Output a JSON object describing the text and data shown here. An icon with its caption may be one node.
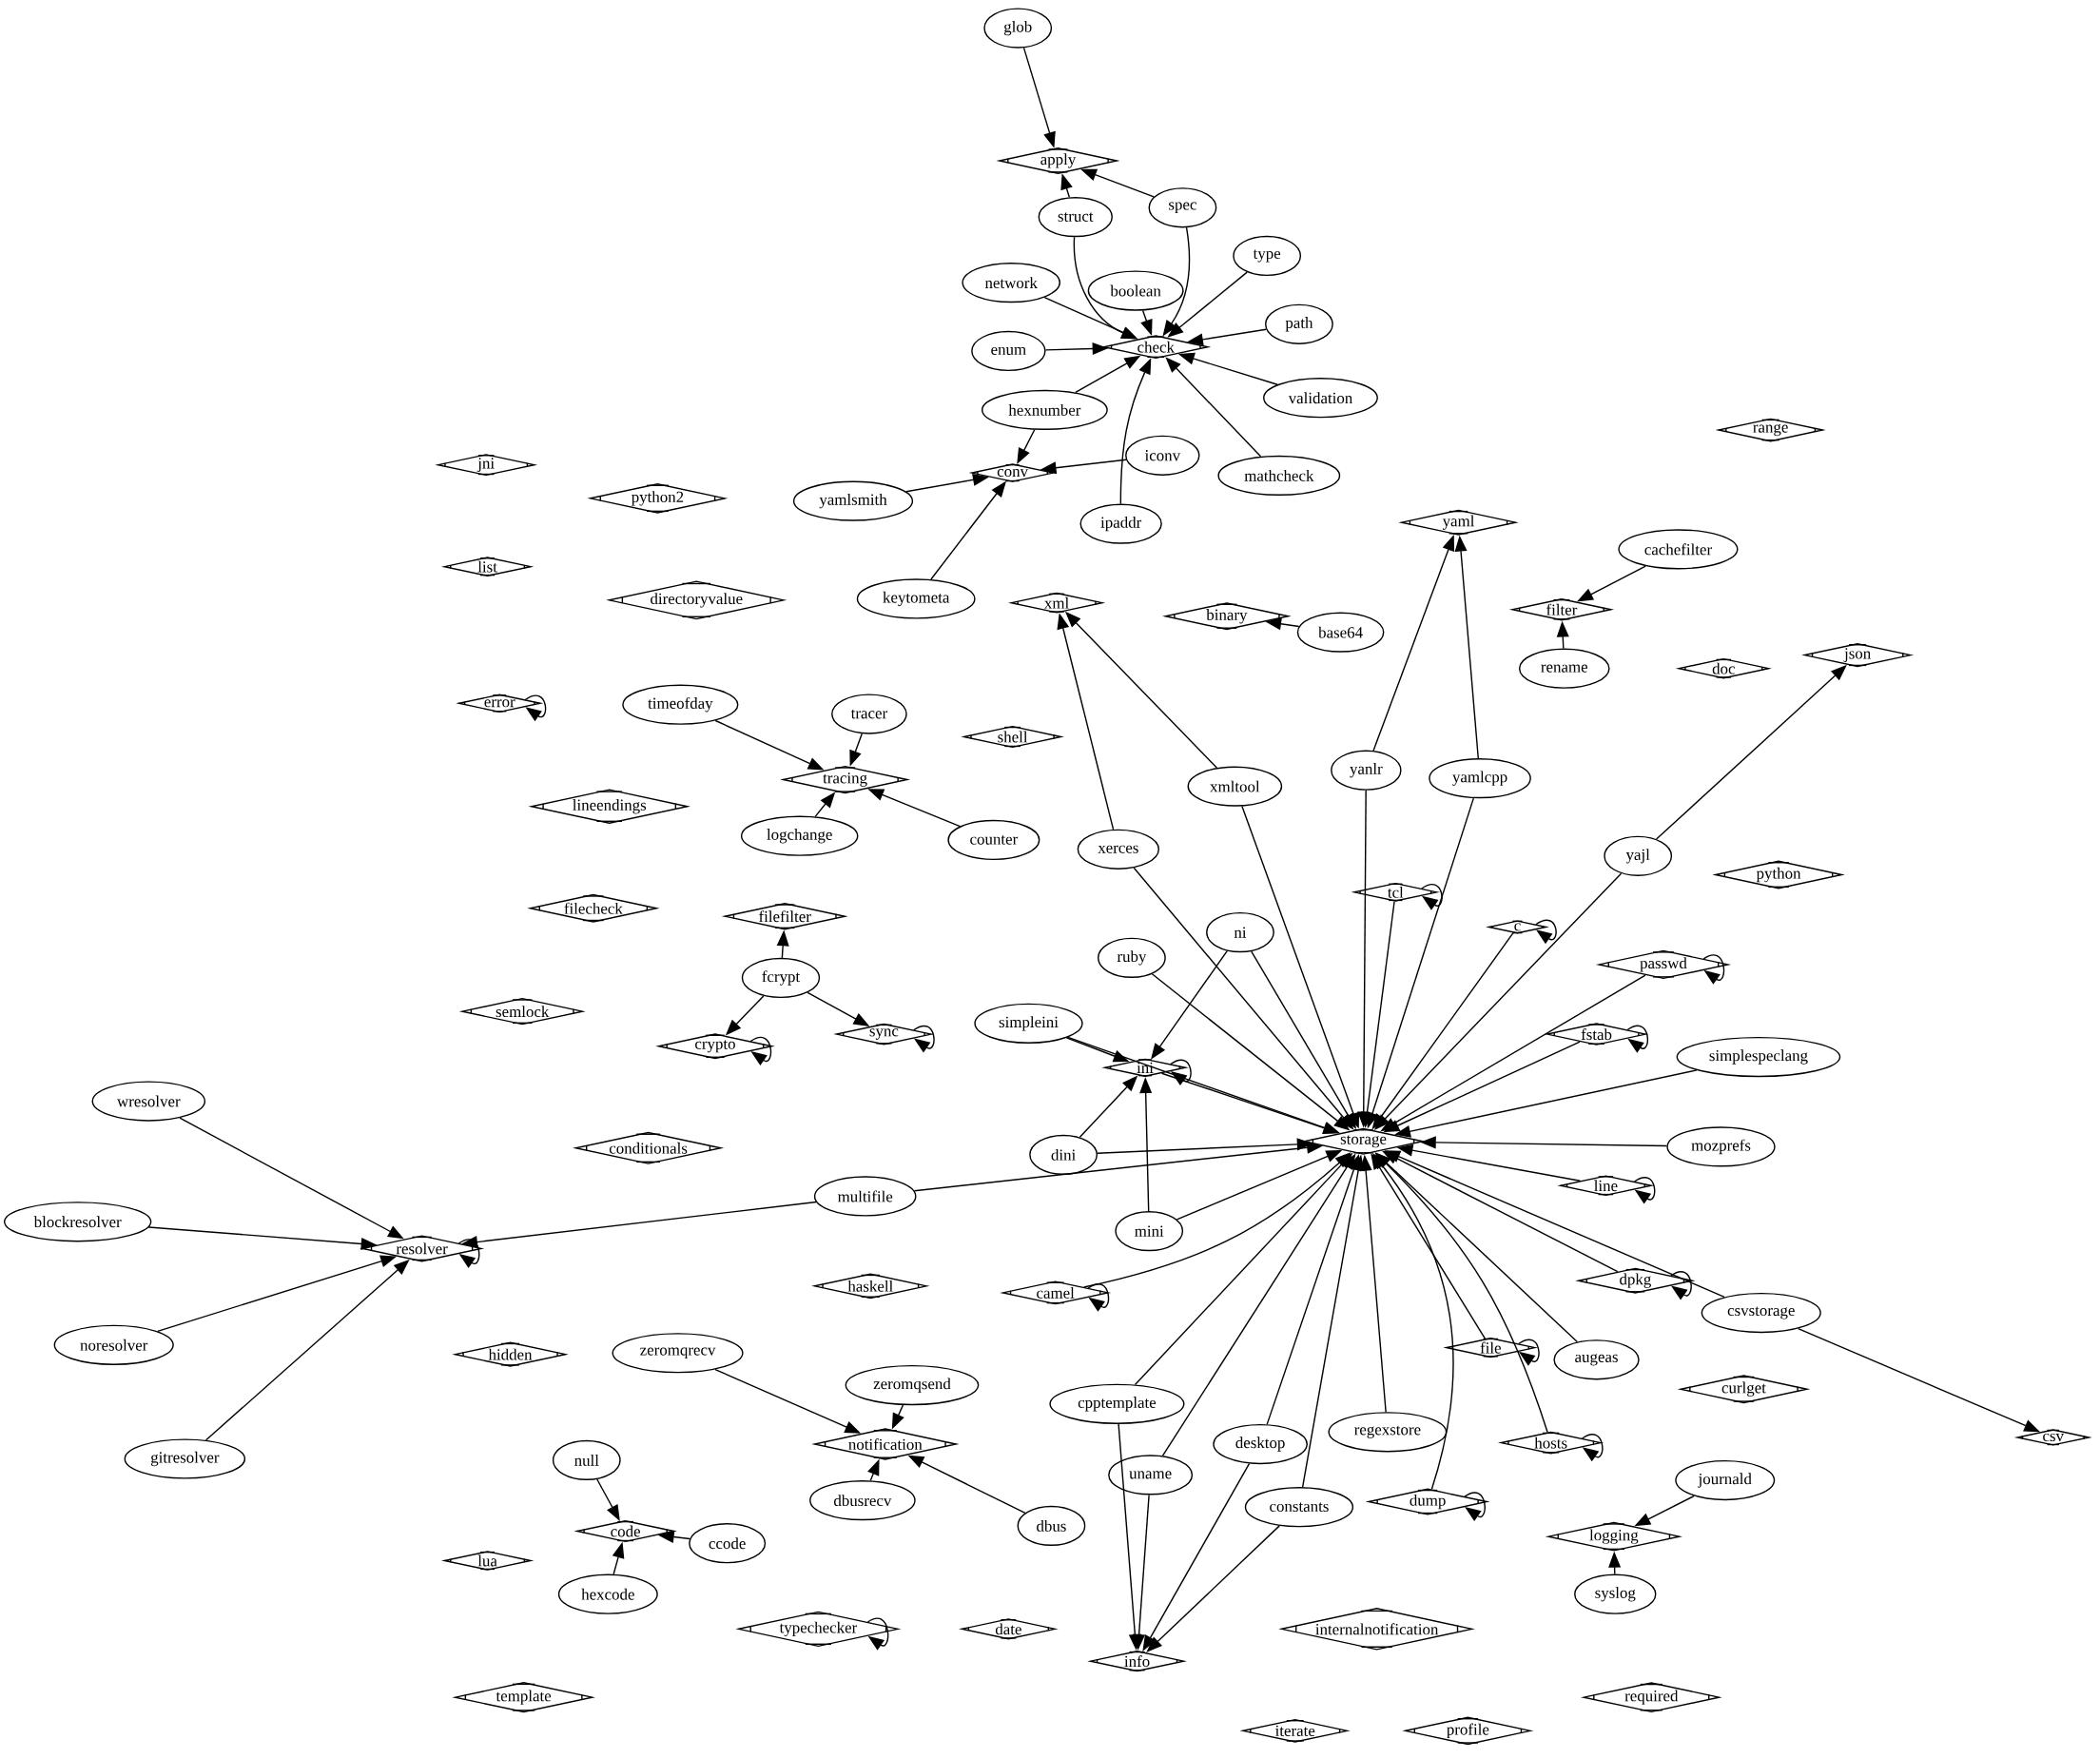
{
  "diagram": {
    "nodes": [
      {
        "text": [
          "glob"
        ]
      },
      {
        "text": [
          "apply"
        ]
      },
      {
        "text": [
          "struct"
        ]
      },
      {
        "text": [
          "spec"
        ]
      },
      {
        "text": [
          "type"
        ]
      },
      {
        "text": [
          "network"
        ]
      },
      {
        "text": [
          "boolean"
        ]
      },
      {
        "text": [
          "check"
        ]
      },
      {
        "text": [
          "enum"
        ]
      },
      {
        "text": [
          "path"
        ]
      },
      {
        "text": [
          "validation"
        ]
      },
      {
        "text": [
          "hexnumber"
        ]
      },
      {
        "text": [
          "iconv"
        ]
      },
      {
        "text": [
          "mathcheck"
        ]
      },
      {
        "text": [
          "conv"
        ]
      },
      {
        "text": [
          "yamlsmith"
        ]
      },
      {
        "text": [
          "ipaddr"
        ]
      },
      {
        "text": [
          "keytometa"
        ]
      },
      {
        "text": [
          "range"
        ]
      },
      {
        "text": [
          "jni"
        ]
      },
      {
        "text": [
          "python2"
        ]
      },
      {
        "text": [
          "list"
        ]
      },
      {
        "text": [
          "directoryvalue"
        ]
      },
      {
        "text": [
          "yaml"
        ]
      },
      {
        "text": [
          "cachefilter"
        ]
      },
      {
        "text": [
          "filter"
        ]
      },
      {
        "text": [
          "rename"
        ]
      },
      {
        "text": [
          "xml"
        ]
      },
      {
        "text": [
          "binary"
        ]
      },
      {
        "text": [
          "base64"
        ]
      },
      {
        "text": [
          "doc"
        ]
      },
      {
        "text": [
          "json"
        ]
      },
      {
        "text": [
          "error"
        ]
      },
      {
        "text": [
          "timeofday"
        ]
      },
      {
        "text": [
          "tracer"
        ]
      },
      {
        "text": [
          "shell"
        ]
      },
      {
        "text": [
          "tracing"
        ]
      },
      {
        "text": [
          "lineendings"
        ]
      },
      {
        "text": [
          "logchange"
        ]
      },
      {
        "text": [
          "counter"
        ]
      },
      {
        "text": [
          "xmltool"
        ]
      },
      {
        "text": [
          "yanlr"
        ]
      },
      {
        "text": [
          "yamlcpp"
        ]
      },
      {
        "text": [
          "xerces"
        ]
      },
      {
        "text": [
          "yajl"
        ]
      },
      {
        "text": [
          "python"
        ]
      },
      {
        "text": [
          "filecheck"
        ]
      },
      {
        "text": [
          "filefilter"
        ]
      },
      {
        "text": [
          "fcrypt"
        ]
      },
      {
        "text": [
          "tcl"
        ]
      },
      {
        "text": [
          "c"
        ]
      },
      {
        "text": [
          "ruby"
        ]
      },
      {
        "text": [
          "ni"
        ]
      },
      {
        "text": [
          "passwd"
        ]
      },
      {
        "text": [
          "semlock"
        ]
      },
      {
        "text": [
          "crypto"
        ]
      },
      {
        "text": [
          "sync"
        ]
      },
      {
        "text": [
          "simpleini"
        ]
      },
      {
        "text": [
          "ini"
        ]
      },
      {
        "text": [
          "fstab"
        ]
      },
      {
        "text": [
          "simplespeclang"
        ]
      },
      {
        "text": [
          "wresolver"
        ]
      },
      {
        "text": [
          "storage"
        ]
      },
      {
        "text": [
          "conditionals"
        ]
      },
      {
        "text": [
          "dini"
        ]
      },
      {
        "text": [
          "mozprefs"
        ]
      },
      {
        "text": [
          "multifile"
        ]
      },
      {
        "text": [
          "line"
        ]
      },
      {
        "text": [
          "blockresolver"
        ]
      },
      {
        "text": [
          "resolver"
        ]
      },
      {
        "text": [
          "mini"
        ]
      },
      {
        "text": [
          "haskell"
        ]
      },
      {
        "text": [
          "camel"
        ]
      },
      {
        "text": [
          "dpkg"
        ]
      },
      {
        "text": [
          "csvstorage"
        ]
      },
      {
        "text": [
          "noresolver"
        ]
      },
      {
        "text": [
          "hidden"
        ]
      },
      {
        "text": [
          "zeromqrecv"
        ]
      },
      {
        "text": [
          "zeromqsend"
        ]
      },
      {
        "text": [
          "file"
        ]
      },
      {
        "text": [
          "augeas"
        ]
      },
      {
        "text": [
          "curlget"
        ]
      },
      {
        "text": [
          "csv"
        ]
      },
      {
        "text": [
          "cpptemplate"
        ]
      },
      {
        "text": [
          "notification"
        ]
      },
      {
        "text": [
          "regexstore"
        ]
      },
      {
        "text": [
          "desktop"
        ]
      },
      {
        "text": [
          "hosts"
        ]
      },
      {
        "text": [
          "gitresolver"
        ]
      },
      {
        "text": [
          "null"
        ]
      },
      {
        "text": [
          "uname"
        ]
      },
      {
        "text": [
          "dbusrecv"
        ]
      },
      {
        "text": [
          "dbus"
        ]
      },
      {
        "text": [
          "journald"
        ]
      },
      {
        "text": [
          "dump"
        ]
      },
      {
        "text": [
          "constants"
        ]
      },
      {
        "text": [
          "code"
        ]
      },
      {
        "text": [
          "ccode"
        ]
      },
      {
        "text": [
          "logging"
        ]
      },
      {
        "text": [
          "lua"
        ]
      },
      {
        "text": [
          "hexcode"
        ]
      },
      {
        "text": [
          "syslog"
        ]
      },
      {
        "text": [
          "typechecker"
        ]
      },
      {
        "text": [
          "date"
        ]
      },
      {
        "text": [
          "internalnotification"
        ]
      },
      {
        "text": [
          "info"
        ]
      },
      {
        "text": [
          "template"
        ]
      },
      {
        "text": [
          "required"
        ]
      },
      {
        "text": [
          "iterate"
        ]
      },
      {
        "text": [
          "profile"
        ]
      }
    ],
    "edges": [
      {
        "from": 0,
        "to": 1,
        "arrow": "to"
      },
      {
        "from": 2,
        "to": 1,
        "arrow": "to"
      },
      {
        "from": 3,
        "to": 1,
        "arrow": "to"
      },
      {
        "from": 2,
        "to": 7,
        "arrow": "to"
      },
      {
        "from": 3,
        "to": 7,
        "arrow": "to"
      },
      {
        "from": 4,
        "to": 7,
        "arrow": "to"
      },
      {
        "from": 5,
        "to": 7,
        "arrow": "to"
      },
      {
        "from": 6,
        "to": 7,
        "arrow": "to"
      },
      {
        "from": 8,
        "to": 7,
        "arrow": "to"
      },
      {
        "from": 9,
        "to": 7,
        "arrow": "to"
      },
      {
        "from": 10,
        "to": 7,
        "arrow": "to"
      },
      {
        "from": 11,
        "to": 7,
        "arrow": "to"
      },
      {
        "from": 13,
        "to": 7,
        "arrow": "to"
      },
      {
        "from": 16,
        "to": 7,
        "arrow": "to"
      },
      {
        "from": 11,
        "to": 14,
        "arrow": "to"
      },
      {
        "from": 12,
        "to": 14,
        "arrow": "to"
      },
      {
        "from": 15,
        "to": 14,
        "arrow": "to"
      },
      {
        "from": 17,
        "to": 14,
        "arrow": "to"
      },
      {
        "from": 24,
        "to": 25,
        "arrow": "to"
      },
      {
        "from": 26,
        "to": 25,
        "arrow": "to"
      },
      {
        "from": 29,
        "to": 28,
        "arrow": "to"
      },
      {
        "from": 43,
        "to": 27,
        "arrow": "to"
      },
      {
        "from": 40,
        "to": 27,
        "arrow": "to"
      },
      {
        "from": 41,
        "to": 23,
        "arrow": "to"
      },
      {
        "from": 42,
        "to": 23,
        "arrow": "to"
      },
      {
        "from": 44,
        "to": 31,
        "arrow": "to"
      },
      {
        "from": 32,
        "to": 32,
        "arrow": "to"
      },
      {
        "from": 33,
        "to": 36,
        "arrow": "to"
      },
      {
        "from": 34,
        "to": 36,
        "arrow": "to"
      },
      {
        "from": 38,
        "to": 36,
        "arrow": "to"
      },
      {
        "from": 39,
        "to": 36,
        "arrow": "to"
      },
      {
        "from": 48,
        "to": 47,
        "arrow": "to"
      },
      {
        "from": 48,
        "to": 55,
        "arrow": "to"
      },
      {
        "from": 48,
        "to": 56,
        "arrow": "to"
      },
      {
        "from": 55,
        "to": 55,
        "arrow": "to"
      },
      {
        "from": 56,
        "to": 56,
        "arrow": "to"
      },
      {
        "from": 49,
        "to": 49,
        "arrow": "to"
      },
      {
        "from": 50,
        "to": 50,
        "arrow": "to"
      },
      {
        "from": 53,
        "to": 53,
        "arrow": "to"
      },
      {
        "from": 59,
        "to": 59,
        "arrow": "to"
      },
      {
        "from": 58,
        "to": 58,
        "arrow": "to"
      },
      {
        "from": 67,
        "to": 67,
        "arrow": "to"
      },
      {
        "from": 73,
        "to": 73,
        "arrow": "to"
      },
      {
        "from": 72,
        "to": 72,
        "arrow": "to"
      },
      {
        "from": 79,
        "to": 79,
        "arrow": "to"
      },
      {
        "from": 87,
        "to": 87,
        "arrow": "to"
      },
      {
        "from": 94,
        "to": 94,
        "arrow": "to"
      },
      {
        "from": 69,
        "to": 69,
        "arrow": "to"
      },
      {
        "from": 102,
        "to": 102,
        "arrow": "to"
      },
      {
        "from": 52,
        "to": 58,
        "arrow": "to"
      },
      {
        "from": 57,
        "to": 58,
        "arrow": "to"
      },
      {
        "from": 64,
        "to": 58,
        "arrow": "to"
      },
      {
        "from": 70,
        "to": 58,
        "arrow": "to"
      },
      {
        "from": 43,
        "to": 62,
        "arrow": "to"
      },
      {
        "from": 40,
        "to": 62,
        "arrow": "to"
      },
      {
        "from": 41,
        "to": 62,
        "arrow": "to"
      },
      {
        "from": 42,
        "to": 62,
        "arrow": "to"
      },
      {
        "from": 44,
        "to": 62,
        "arrow": "to"
      },
      {
        "from": 49,
        "to": 62,
        "arrow": "to"
      },
      {
        "from": 50,
        "to": 62,
        "arrow": "to"
      },
      {
        "from": 51,
        "to": 62,
        "arrow": "to"
      },
      {
        "from": 52,
        "to": 62,
        "arrow": "to"
      },
      {
        "from": 53,
        "to": 62,
        "arrow": "to"
      },
      {
        "from": 57,
        "to": 62,
        "arrow": "to"
      },
      {
        "from": 58,
        "to": 62,
        "arrow": "to"
      },
      {
        "from": 59,
        "to": 62,
        "arrow": "to"
      },
      {
        "from": 60,
        "to": 62,
        "arrow": "to"
      },
      {
        "from": 64,
        "to": 62,
        "arrow": "to"
      },
      {
        "from": 65,
        "to": 62,
        "arrow": "to"
      },
      {
        "from": 66,
        "to": 62,
        "arrow": "to"
      },
      {
        "from": 67,
        "to": 62,
        "arrow": "to"
      },
      {
        "from": 70,
        "to": 62,
        "arrow": "to"
      },
      {
        "from": 72,
        "to": 62,
        "arrow": "to"
      },
      {
        "from": 73,
        "to": 62,
        "arrow": "to"
      },
      {
        "from": 74,
        "to": 62,
        "arrow": "to"
      },
      {
        "from": 79,
        "to": 62,
        "arrow": "to"
      },
      {
        "from": 80,
        "to": 62,
        "arrow": "to"
      },
      {
        "from": 83,
        "to": 62,
        "arrow": "to"
      },
      {
        "from": 90,
        "to": 62,
        "arrow": "to"
      },
      {
        "from": 86,
        "to": 62,
        "arrow": "to"
      },
      {
        "from": 85,
        "to": 62,
        "arrow": "to"
      },
      {
        "from": 95,
        "to": 62,
        "arrow": "to"
      },
      {
        "from": 87,
        "to": 62,
        "arrow": "to"
      },
      {
        "from": 94,
        "to": 62,
        "arrow": "to"
      },
      {
        "from": 66,
        "to": 69,
        "arrow": "to"
      },
      {
        "from": 61,
        "to": 69,
        "arrow": "to"
      },
      {
        "from": 68,
        "to": 69,
        "arrow": "to"
      },
      {
        "from": 75,
        "to": 69,
        "arrow": "to"
      },
      {
        "from": 88,
        "to": 69,
        "arrow": "to"
      },
      {
        "from": 74,
        "to": 82,
        "arrow": "to"
      },
      {
        "from": 83,
        "to": 105,
        "arrow": "to"
      },
      {
        "from": 90,
        "to": 105,
        "arrow": "to"
      },
      {
        "from": 86,
        "to": 105,
        "arrow": "to"
      },
      {
        "from": 95,
        "to": 105,
        "arrow": "to"
      },
      {
        "from": 77,
        "to": 84,
        "arrow": "to"
      },
      {
        "from": 78,
        "to": 84,
        "arrow": "to"
      },
      {
        "from": 91,
        "to": 84,
        "arrow": "to"
      },
      {
        "from": 92,
        "to": 84,
        "arrow": "to"
      },
      {
        "from": 89,
        "to": 96,
        "arrow": "to"
      },
      {
        "from": 97,
        "to": 96,
        "arrow": "to"
      },
      {
        "from": 100,
        "to": 96,
        "arrow": "to"
      },
      {
        "from": 93,
        "to": 98,
        "arrow": "to"
      },
      {
        "from": 101,
        "to": 98,
        "arrow": "to"
      }
    ]
  }
}
